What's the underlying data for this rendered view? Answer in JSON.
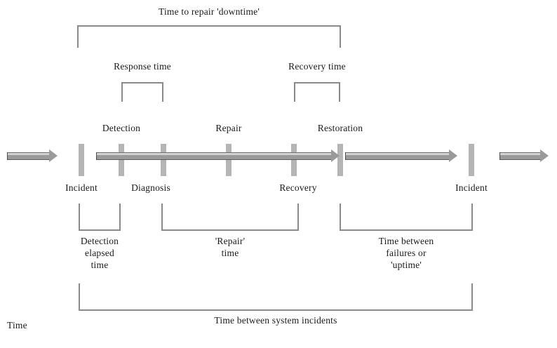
{
  "diagram": {
    "axis_label": "Time",
    "top_brackets": [
      {
        "id": "time-to-repair",
        "label": "Time to repair 'downtime'"
      },
      {
        "id": "response-time",
        "label": "Response time"
      },
      {
        "id": "recovery-time",
        "label": "Recovery time"
      }
    ],
    "above_axis_events": [
      {
        "id": "detection",
        "label": "Detection"
      },
      {
        "id": "repair",
        "label": "Repair"
      },
      {
        "id": "restoration",
        "label": "Restoration"
      }
    ],
    "below_axis_events": [
      {
        "id": "incident-start",
        "label": "Incident"
      },
      {
        "id": "diagnosis",
        "label": "Diagnosis"
      },
      {
        "id": "recovery",
        "label": "Recovery"
      },
      {
        "id": "incident-end",
        "label": "Incident"
      }
    ],
    "bottom_brackets": [
      {
        "id": "detection-elapsed-time",
        "label": "Detection\nelapsed\ntime"
      },
      {
        "id": "repair-time",
        "label": "'Repair'\ntime"
      },
      {
        "id": "time-between-failures",
        "label": "Time between\nfailures or\n'uptime'"
      },
      {
        "id": "time-between-system-incidents",
        "label": "Time between system incidents"
      }
    ],
    "colors": {
      "tick": "#b5b5b5",
      "bracket": "#8a8a8a",
      "bar": "#9a9a9a",
      "text": "#1a1a1a",
      "background": "#ffffff"
    }
  }
}
